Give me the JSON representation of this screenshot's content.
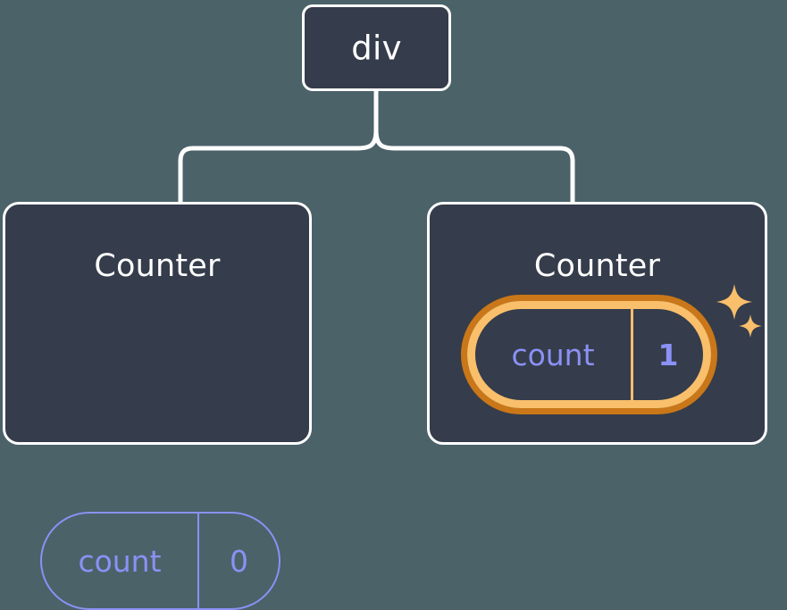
{
  "theme": {
    "background": "#4b6269",
    "node_fill": "#353c4b",
    "node_border": "#ffffff",
    "connector": "#ffffff",
    "state_accent": "#8b91f5",
    "highlight_inner": "#f9bf6b",
    "highlight_outer": "#c97718",
    "sparkle": "#f9bf6b",
    "text": "#ffffff"
  },
  "diagram": {
    "type": "component-tree",
    "root": {
      "label": "div"
    },
    "children": [
      {
        "title": "Counter",
        "state": {
          "key": "count",
          "value": "0"
        },
        "highlighted": false
      },
      {
        "title": "Counter",
        "state": {
          "key": "count",
          "value": "1"
        },
        "highlighted": true,
        "sparkle_icons": [
          "sparkle-large",
          "sparkle-small"
        ]
      }
    ]
  }
}
